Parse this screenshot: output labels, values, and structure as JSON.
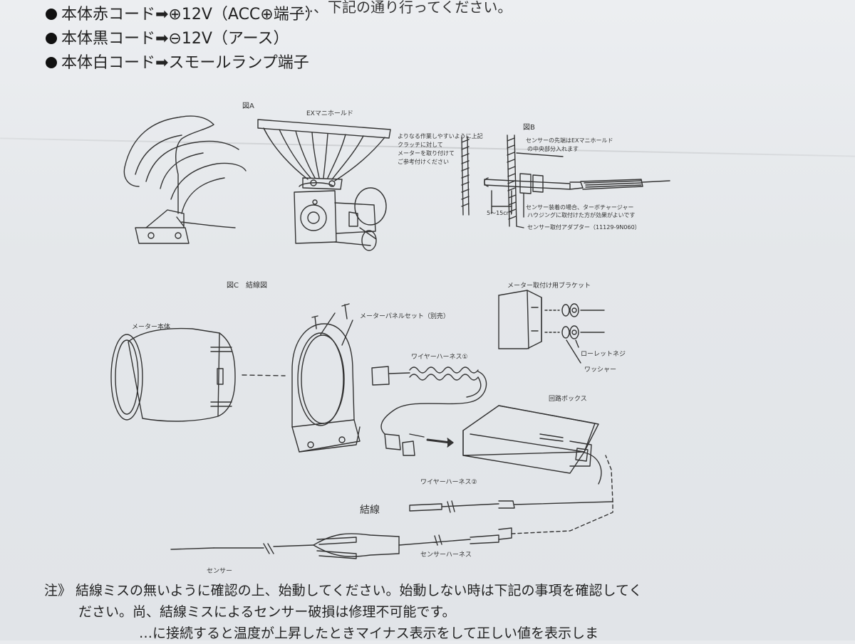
{
  "header": {
    "top_text": "…、下記の通り行ってください。"
  },
  "wiring_list": [
    {
      "text": "本体赤コード➡⊕12V（ACC⊕端子）"
    },
    {
      "text": "本体黒コード➡⊖12V（アース）"
    },
    {
      "text": "本体白コード➡スモールランプ端子"
    }
  ],
  "figure_labels": {
    "fig_a": "図A",
    "fig_b": "図B",
    "fig_c": "図C　結線図",
    "exhaust_manifold": "EXマニホールド",
    "note_a1": "よりなる作業しやすいように上記",
    "note_a2": "クラッチに対して",
    "note_a3": "メーターを取り付けて",
    "note_a4": "ご参考付けください",
    "sensor_note1": "センサーの先端はEXマニホールド",
    "sensor_note2": "の中央部分入れます",
    "turbo_note1": "センサー装着の場合、ターボチャージャー",
    "turbo_note2": "ハウジングに取付けた方が効果がよいです",
    "adapter": "センサー取付アダプター（11129-9N060）",
    "dim": "5～15cm",
    "meter_body": "メーター本体",
    "meter_panel_set": "メーターパネルセット（別売）",
    "meter_bracket": "メーター取付け用ブラケット",
    "knurled_nut": "ローレットネジ",
    "washer": "ワッシャー",
    "wire_harness_1": "ワイヤーハーネス①",
    "circuit_box": "回路ボックス",
    "wire_harness_2": "ワイヤーハーネス②",
    "wiring": "結線",
    "sensor_harness": "センサーハーネス",
    "sensor": "センサー"
  },
  "note": {
    "line1": "注》 結線ミスの無いように確認の上、始動してください。始動しない時は下記の事項を確認してく",
    "line2": "ださい。尚、結線ミスによるセンサー破損は修理不可能です。",
    "line3": "　　　　　　　…に接続すると温度が上昇したときマイナス表示をして正しい値を表示しま"
  },
  "colors": {
    "paper": "#e6e9ec",
    "ink": "#222222"
  }
}
